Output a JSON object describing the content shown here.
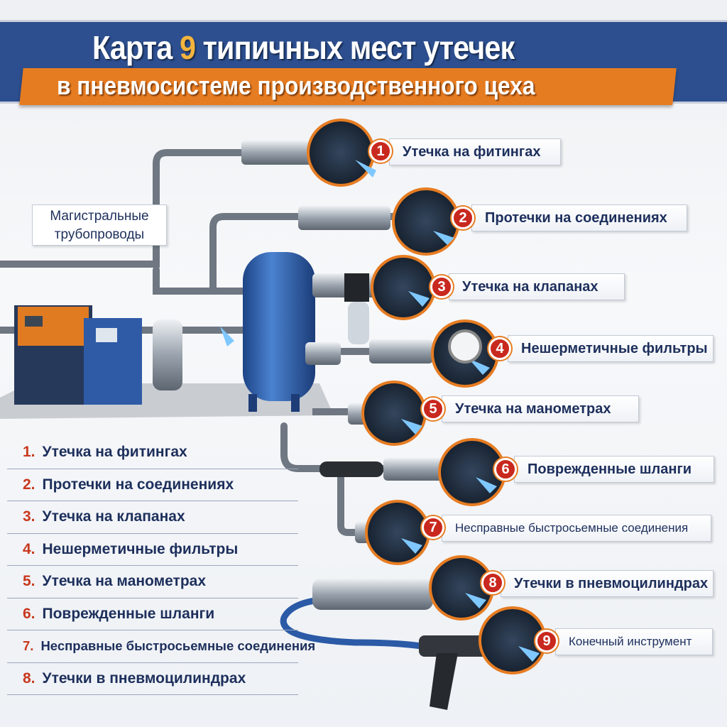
{
  "header": {
    "title_before": "Карта",
    "title_number": "9",
    "title_after": "типичных мест утечек",
    "subtitle": "в пневмосистеме производственного цеха"
  },
  "pipeline_label": {
    "line1": "Магистральные",
    "line2": "трубопроводы"
  },
  "callouts": [
    {
      "num": "1",
      "label": "Утечка на фитингах"
    },
    {
      "num": "2",
      "label": "Протечки на соединениях"
    },
    {
      "num": "3",
      "label": "Утечка на клапанах"
    },
    {
      "num": "4",
      "label": "Нешерметичные фильтры"
    },
    {
      "num": "5",
      "label": "Утечка на манометрах"
    },
    {
      "num": "6",
      "label": "Поврежденные шланги"
    },
    {
      "num": "7",
      "label": "Несправные быстросьемные соединения"
    },
    {
      "num": "8",
      "label": "Утечки в пневмоцилиндрах"
    },
    {
      "num": "9",
      "label": "Конечный инструмент"
    }
  ],
  "list": [
    {
      "num": "1.",
      "label": "Утечка на фитингах"
    },
    {
      "num": "2.",
      "label": "Протечки на соединениях"
    },
    {
      "num": "3.",
      "label": "Утечка на клапанах"
    },
    {
      "num": "4.",
      "label": "Нешерметичные фильтры"
    },
    {
      "num": "5.",
      "label": "Утечка на манометрах"
    },
    {
      "num": "6.",
      "label": "Поврежденные шланги"
    },
    {
      "num": "7.",
      "label": "Несправные быстросьемные соединения"
    },
    {
      "num": "8.",
      "label": "Утечки в пневмоцилиндрах"
    }
  ],
  "colors": {
    "banner": "#2d4f8f",
    "ribbon": "#e67c22",
    "badge": "#c9281e",
    "text": "#1d2f5c",
    "tank": "#2f64b5",
    "leak": "#7fc8ff"
  }
}
